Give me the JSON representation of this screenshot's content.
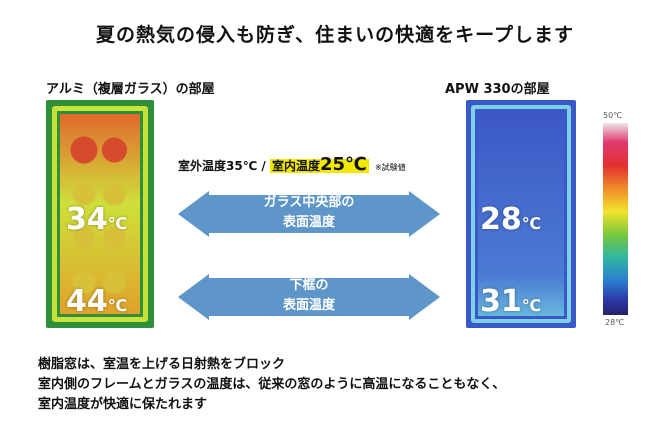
{
  "title": "夏の熱気の侵入も防ぎ、住まいの快適をキープします",
  "left_panel": {
    "label": "アルミ（複層ガラス）の部屋",
    "upper_temp": "34",
    "lower_temp": "44",
    "unit": "℃"
  },
  "right_panel": {
    "label": "APW 330の部屋",
    "upper_temp": "28",
    "lower_temp": "31",
    "unit": "℃"
  },
  "conditions": {
    "outside": "室外温度35℃ /",
    "inside_label": "室内温度",
    "inside_value": "25℃",
    "note": "※試験値"
  },
  "arrows": {
    "top": [
      "ガラス中央部の",
      "表面温度"
    ],
    "bottom": [
      "下框の",
      "表面温度"
    ]
  },
  "scale": {
    "max": "50℃",
    "min": "28℃"
  },
  "footer": [
    "樹脂窓は、室温を上げる日射熱をブロック",
    "室内側のフレームとガラスの温度は、従来の窓のように高温になることもなく、",
    "室内温度が快適に保たれます"
  ]
}
